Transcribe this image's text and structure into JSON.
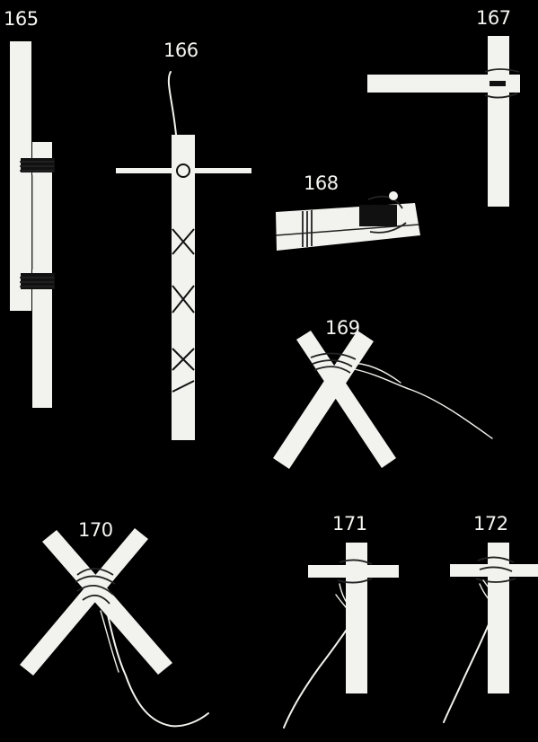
{
  "plate": {
    "background": "#000000",
    "figures": [
      {
        "id": "165",
        "label": "165"
      },
      {
        "id": "166",
        "label": "166"
      },
      {
        "id": "167",
        "label": "167"
      },
      {
        "id": "168",
        "label": "168"
      },
      {
        "id": "169",
        "label": "169"
      },
      {
        "id": "170",
        "label": "170"
      },
      {
        "id": "171",
        "label": "171"
      },
      {
        "id": "172",
        "label": "172"
      }
    ]
  }
}
